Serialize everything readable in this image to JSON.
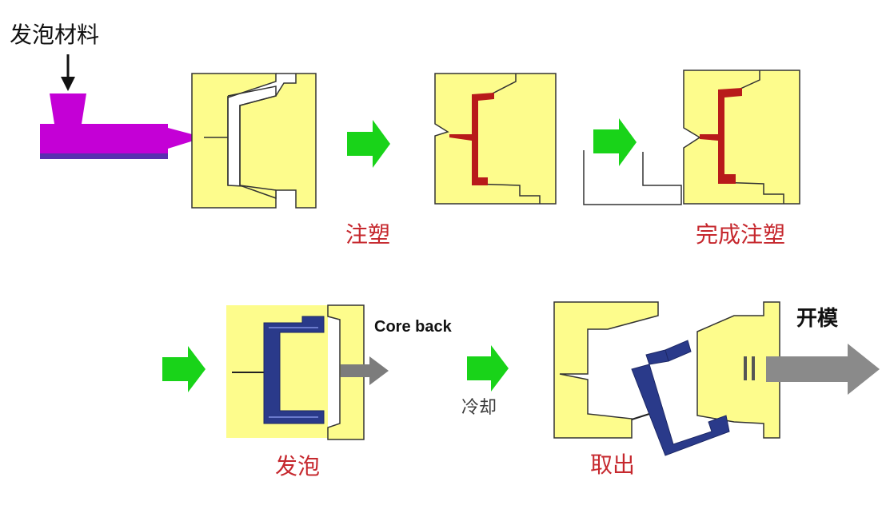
{
  "labels": {
    "foam_material": "发泡材料",
    "injection": "注塑",
    "injection_complete": "完成注塑",
    "foaming": "发泡",
    "core_back": "Core back",
    "cooling": "冷却",
    "ejection": "取出",
    "mold_open": "开模"
  },
  "colors": {
    "mold_yellow": "#fdfc8c",
    "mold_outline": "#1a1a1a",
    "foam_material": "#c400d6",
    "foam_material_shadow": "#5a2fb0",
    "injected_part": "#b81a1a",
    "foamed_part": "#2a3a8a",
    "arrow_green": "#19d319",
    "arrow_gray": "#7c7c7c",
    "label_red": "#c6282e"
  }
}
